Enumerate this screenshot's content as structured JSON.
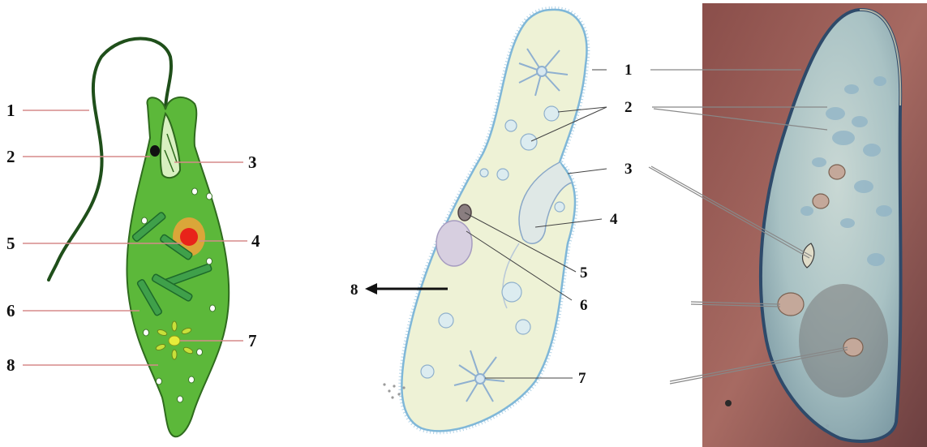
{
  "euglena_labels": {
    "l1": "1",
    "l2": "2",
    "l3": "3",
    "l4": "4",
    "l5": "5",
    "l6": "6",
    "l7": "7",
    "l8": "8"
  },
  "paramecium_labels": {
    "l1": "1",
    "l2": "2",
    "l3": "3",
    "l4": "4",
    "l5": "5",
    "l6": "6",
    "l7": "7",
    "l8": "8"
  },
  "colors": {
    "euglena_body": "#5cb83a",
    "euglena_outline": "#2f6b1e",
    "flagellum": "#1f4f1a",
    "chloroplast": "#3fa04a",
    "nucleus": "#e8231a",
    "nucleus_halo": "#f0a23a",
    "leader_red": "#d58a8a",
    "paramecium_body": "#eef2d6",
    "paramecium_outline": "#7fb7d8",
    "photo_bg": "#7a4a46",
    "photo_cell": "#b9cfd0"
  }
}
